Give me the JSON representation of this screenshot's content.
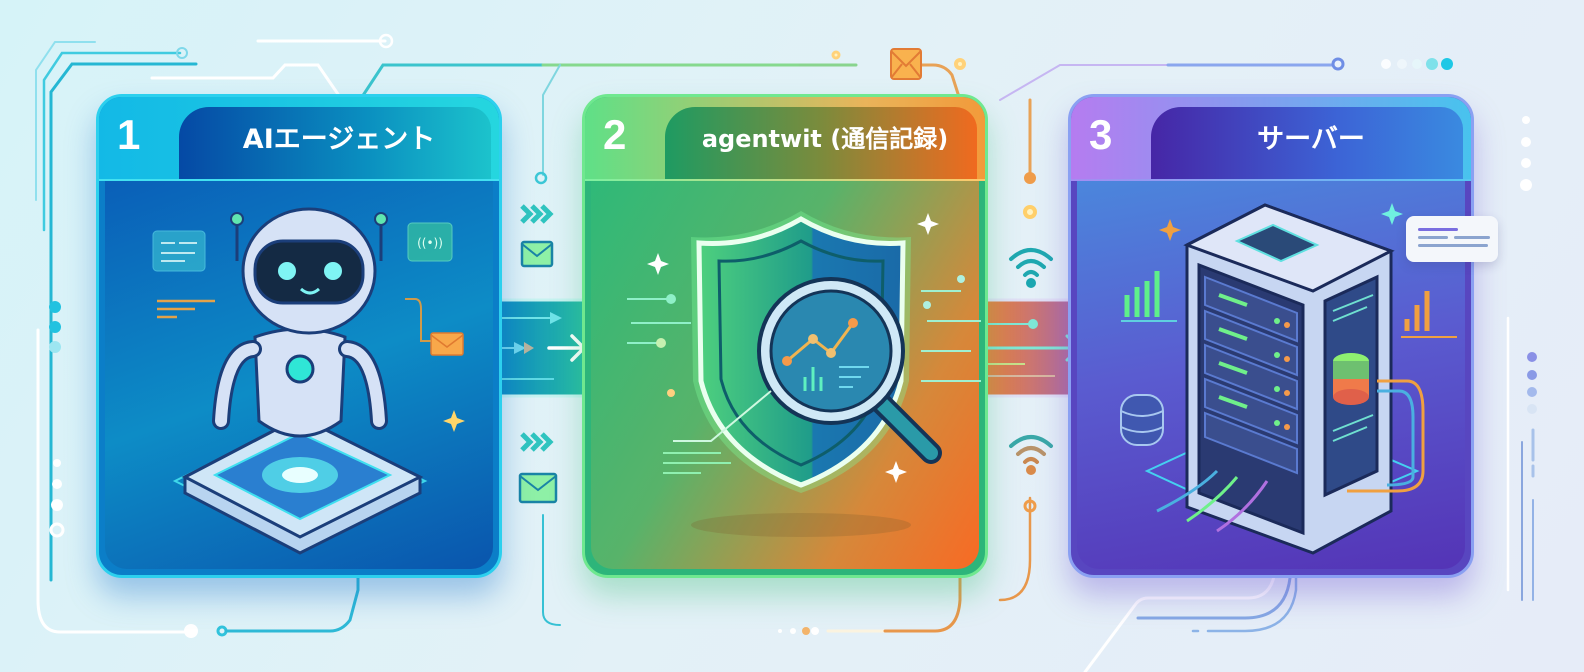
{
  "diagram": {
    "type": "three-step flow",
    "steps": [
      {
        "number": "1",
        "label": "AIエージェント",
        "icon": "robot-icon",
        "accent": "#0b7ec8"
      },
      {
        "number": "2",
        "label": "agentwit (通信記録)",
        "icon": "shield-magnifier-icon",
        "accent": "#2fb978"
      },
      {
        "number": "3",
        "label": "サーバー",
        "icon": "server-rack-icon",
        "accent": "#5846c0"
      }
    ],
    "connectors": [
      {
        "from": "1",
        "to": "2",
        "icons": [
          "chevrons-icon",
          "envelope-icon"
        ],
        "arrow": "right"
      },
      {
        "from": "2",
        "to": "3",
        "icons": [
          "wifi-icon"
        ],
        "arrow": "right"
      }
    ],
    "colors": {
      "background": "#dff2f8",
      "step1": "#0b7ec8",
      "step2_start": "#2fb978",
      "step2_end": "#f86a24",
      "step3": "#5846c0",
      "envelope": "#f5a13a"
    }
  }
}
